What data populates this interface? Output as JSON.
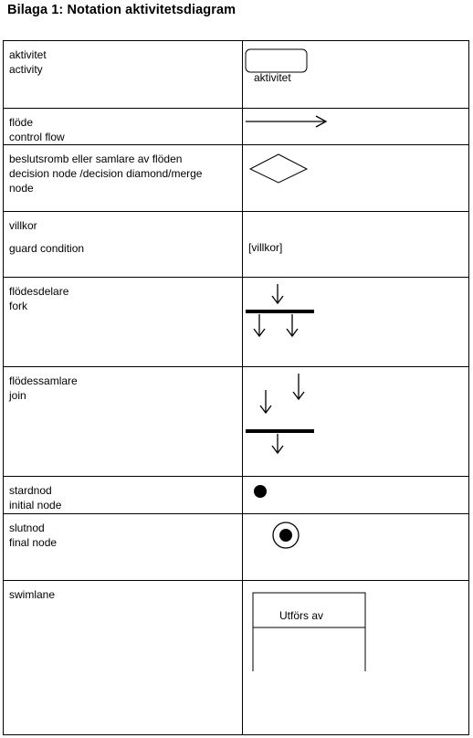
{
  "title": "Bilaga 1: Notation aktivitetsdiagram",
  "rows": [
    {
      "id": "activity",
      "label_sv": "aktivitet",
      "label_en": "activity",
      "symbol_text": "aktivitet"
    },
    {
      "id": "control-flow",
      "label_sv": "flöde",
      "label_en": "control flow"
    },
    {
      "id": "decision",
      "label_sv": "beslutsromb eller samlare av flöden",
      "label_en": "decision node /decision diamond/merge node"
    },
    {
      "id": "guard",
      "label_sv": "villkor",
      "label_en": "guard condition",
      "symbol_text": "[villkor]"
    },
    {
      "id": "fork",
      "label_sv": "flödesdelare",
      "label_en": "fork"
    },
    {
      "id": "join",
      "label_sv": "flödessamlare",
      "label_en": "join"
    },
    {
      "id": "initial",
      "label_sv": "stardnod",
      "label_en": "initial node"
    },
    {
      "id": "final",
      "label_sv": "slutnod",
      "label_en": "final node"
    },
    {
      "id": "swimlane",
      "label_sv": "swimlane",
      "symbol_text": "Utförs av"
    }
  ]
}
